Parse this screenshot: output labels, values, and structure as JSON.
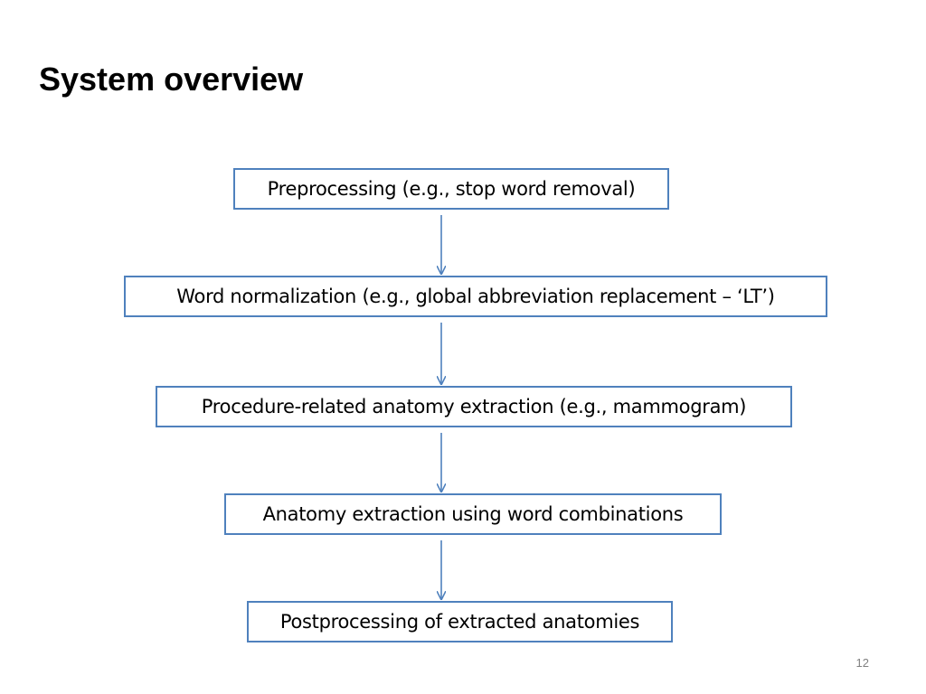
{
  "slide": {
    "title": "System overview",
    "page_number": "12"
  },
  "flowchart": {
    "steps": [
      "Preprocessing (e.g., stop word removal)",
      "Word normalization (e.g., global abbreviation replacement – ‘LT’)",
      "Procedure-related anatomy extraction (e.g., mammogram)",
      "Anatomy extraction using word combinations",
      "Postprocessing of extracted anatomies"
    ],
    "colors": {
      "box_border": "#4f81bd",
      "arrow": "#4f81bd"
    }
  }
}
